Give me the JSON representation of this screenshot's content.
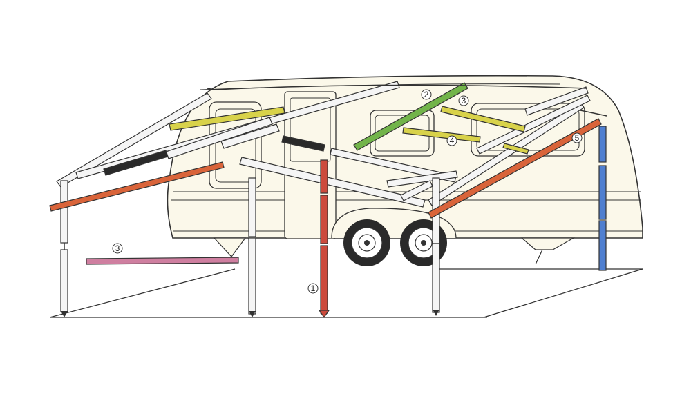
{
  "diagram": {
    "callouts": [
      {
        "id": "c1",
        "label": "1"
      },
      {
        "id": "c2",
        "label": "2"
      },
      {
        "id": "c3a",
        "label": "3"
      },
      {
        "id": "c3b",
        "label": "3"
      },
      {
        "id": "c4",
        "label": "4"
      },
      {
        "id": "c5",
        "label": "5"
      }
    ]
  },
  "colors": {
    "outline": "#333333",
    "pole_white": "#f5f5f5",
    "orange": "#d9643a",
    "yellow": "#d8d24a",
    "green": "#72b44a",
    "pink": "#cf7fa0",
    "black": "#2a2a2a",
    "red": "#cc4a3c",
    "blue": "#4f7fd0",
    "caravan_fill": "#fbf8ea"
  }
}
